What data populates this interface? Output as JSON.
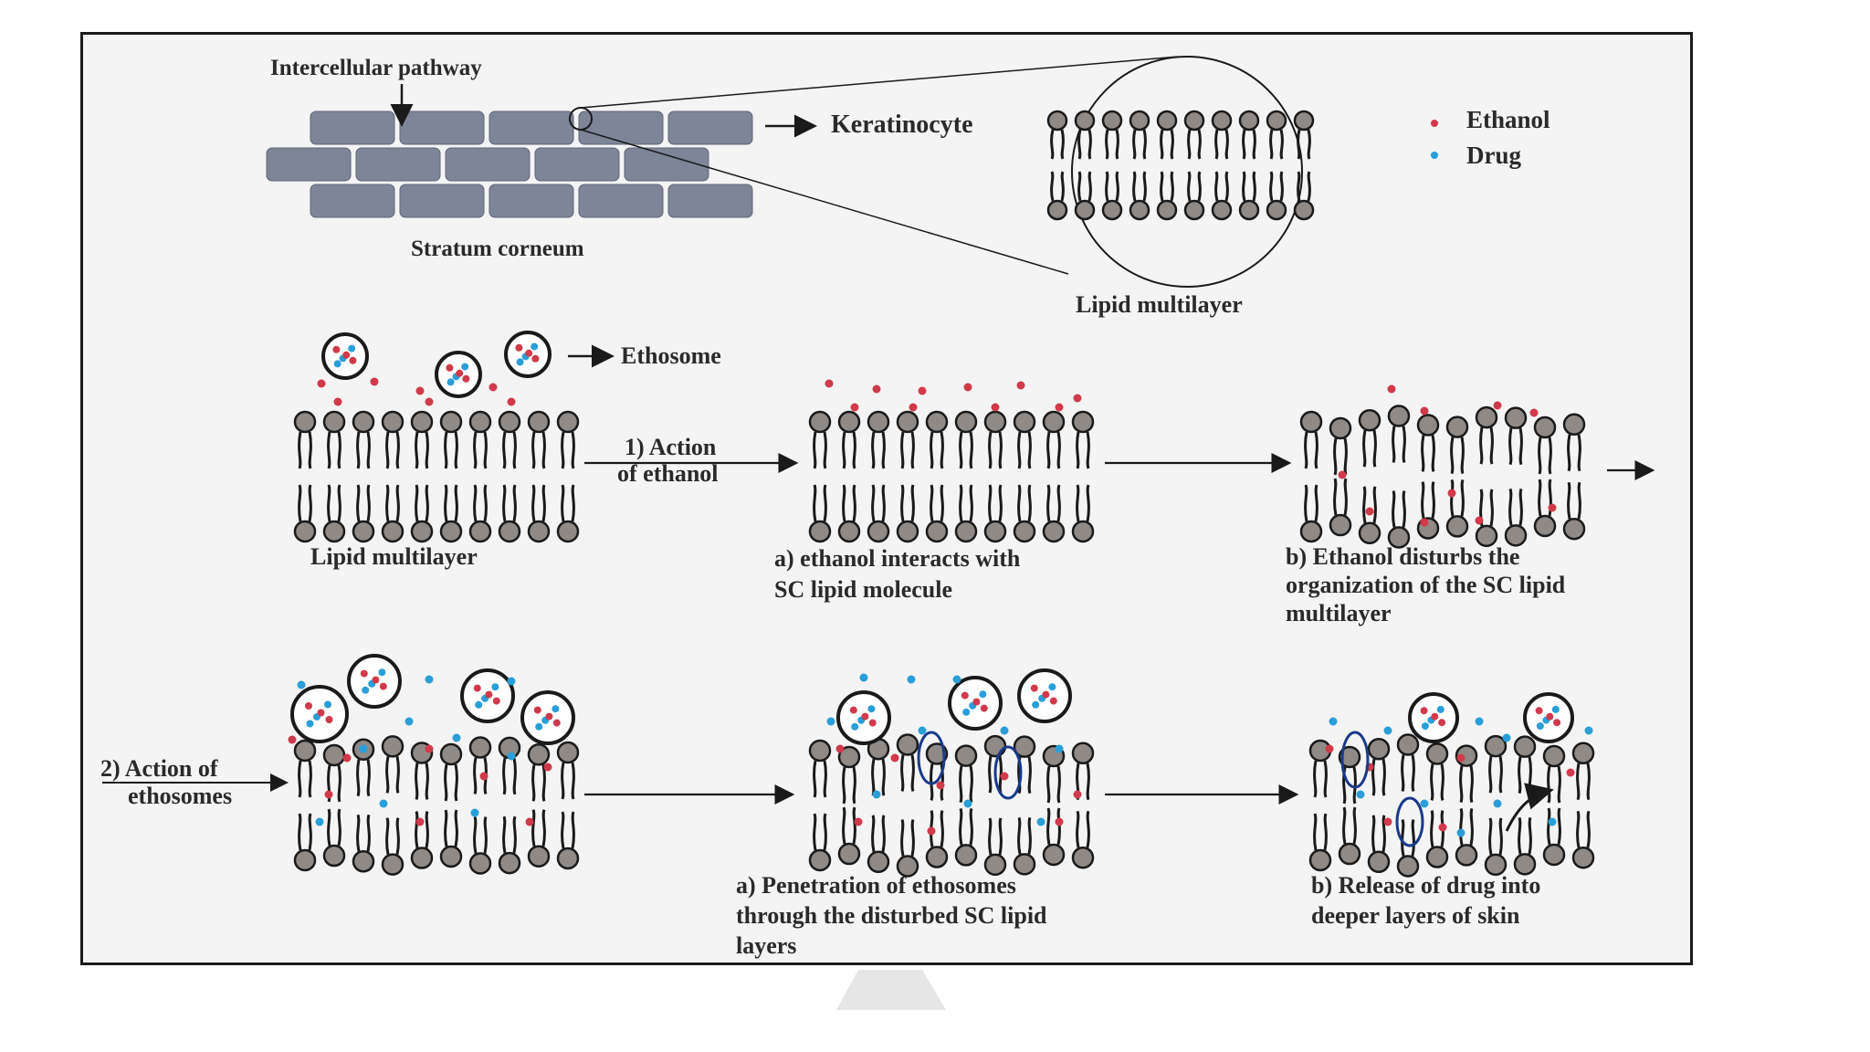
{
  "colors": {
    "ethanol": "#d03a4a",
    "drug": "#2a9ed8",
    "brick": "#7d8597",
    "head": "#8f8a86",
    "line": "#1a1a1a",
    "panel_bg": "#f4f4f4"
  },
  "overview": {
    "intercellular_label": "Intercellular pathway",
    "keratinocyte_label": "Keratinocyte",
    "stratum_label": "Stratum corneum",
    "lipid_multilayer_label": "Lipid multilayer"
  },
  "legend": {
    "ethanol_label": "Ethanol",
    "drug_label": "Drug"
  },
  "row1": {
    "ethosome_label": "Ethosome",
    "lipid_label": "Lipid multilayer",
    "action_line1": "1) Action",
    "action_line2": "of ethanol",
    "step_a_line1": "a)   ethanol interacts with",
    "step_a_line2": "SC lipid molecule",
    "step_b_line1": "b) Ethanol disturbs the",
    "step_b_line2": "organization of the SC lipid",
    "step_b_line3": "multilayer"
  },
  "row2": {
    "action_line1": "2) Action of",
    "action_line2": "ethosomes",
    "step_a_line1": "a) Penetration of ethosomes",
    "step_a_line2": "through the disturbed SC lipid",
    "step_a_line3": "layers",
    "step_b_line1": "b) Release of drug into",
    "step_b_line2": "deeper layers of skin"
  }
}
